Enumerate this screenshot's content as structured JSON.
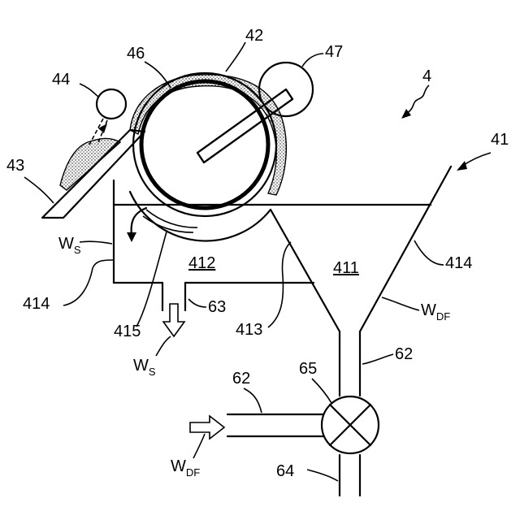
{
  "figure_number": "4",
  "labels": {
    "l41": "41",
    "l42": "42",
    "l43": "43",
    "l44": "44",
    "l46": "46",
    "l47": "47",
    "l411": "411",
    "l412": "412",
    "l413": "413",
    "l414_left": "414",
    "l414_right": "414",
    "l415": "415",
    "l62_top": "62",
    "l62_right": "62",
    "l63": "63",
    "l64": "64",
    "l65": "65"
  },
  "flows": {
    "ws_main": "W",
    "ws_sub": "S",
    "wdf_main": "W",
    "wdf_sub": "DF"
  }
}
